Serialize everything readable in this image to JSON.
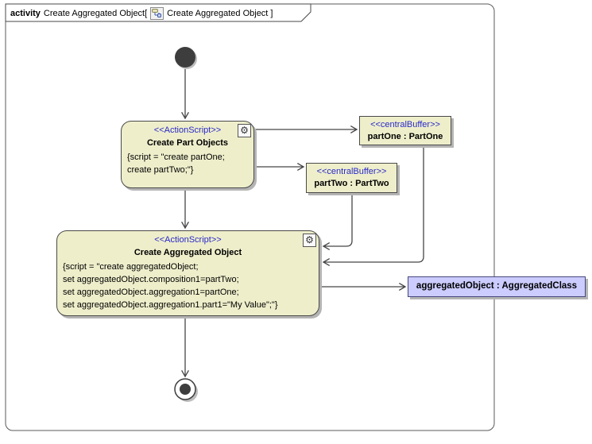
{
  "frame": {
    "keyword": "activity",
    "name": "Create Aggregated Object[",
    "diagram_ref": "Create Aggregated Object ]"
  },
  "action_create_parts": {
    "stereotype": "<<ActionScript>>",
    "name": "Create Part Objects",
    "script_line1": "{script = \"create partOne;",
    "script_line2": "create partTwo;\"}"
  },
  "buffer_part_one": {
    "stereotype": "<<centralBuffer>>",
    "label": "partOne : PartOne"
  },
  "buffer_part_two": {
    "stereotype": "<<centralBuffer>>",
    "label": "partTwo : PartTwo"
  },
  "action_create_aggregated": {
    "stereotype": "<<ActionScript>>",
    "name": "Create Aggregated Object",
    "script_line1": "{script = \"create aggregatedObject;",
    "script_line2": "set aggregatedObject.composition1=partTwo;",
    "script_line3": "set aggregatedObject.aggregation1=partOne;",
    "script_line4": "set aggregatedObject.aggregation1.part1=\"My Value\";\"}"
  },
  "object_node": {
    "label": "aggregatedObject : AggregatedClass"
  },
  "icons": {
    "gear": "⚙",
    "title_icon": "activity-diagram-icon"
  },
  "colors": {
    "node_fill": "#EEEECB",
    "node_border": "#4A4A4A",
    "stereotype_color": "#2929C9",
    "object_fill": "#CCCCFF",
    "object_border": "#46467D",
    "shadow": "#B4B4B4",
    "edge": "#464646"
  }
}
